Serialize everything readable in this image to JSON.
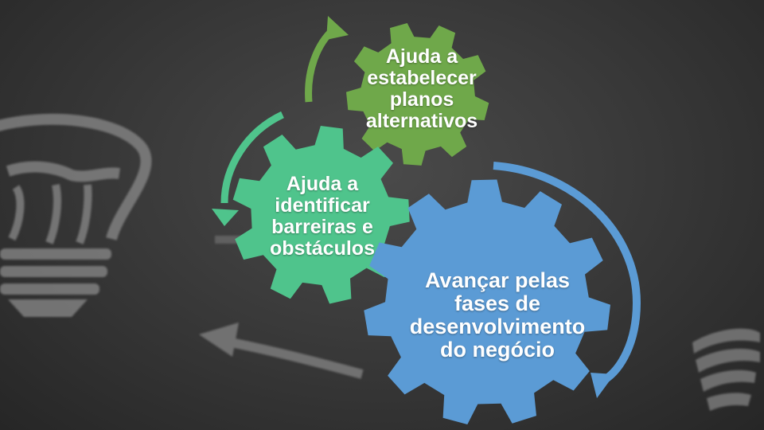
{
  "colors": {
    "green_gear": "#6fa84a",
    "teal_gear": "#4fc48c",
    "blue_gear": "#5b9bd5",
    "background": "#3a3a3a",
    "bulb_gray": "#8a8a8a"
  },
  "gears": {
    "green": {
      "label": "Ajuda a\nestabelecer\nplanos\nalternativos"
    },
    "teal": {
      "label": "Ajuda a\nidentificar\nbarreiras e\nobstáculos"
    },
    "blue": {
      "label": "Avançar pelas\nfases de\ndesenvolvimento\ndo negócio"
    }
  },
  "icons": [
    "lightbulb-icon",
    "lightbulb-base-icon",
    "curved-arrow-icon"
  ]
}
